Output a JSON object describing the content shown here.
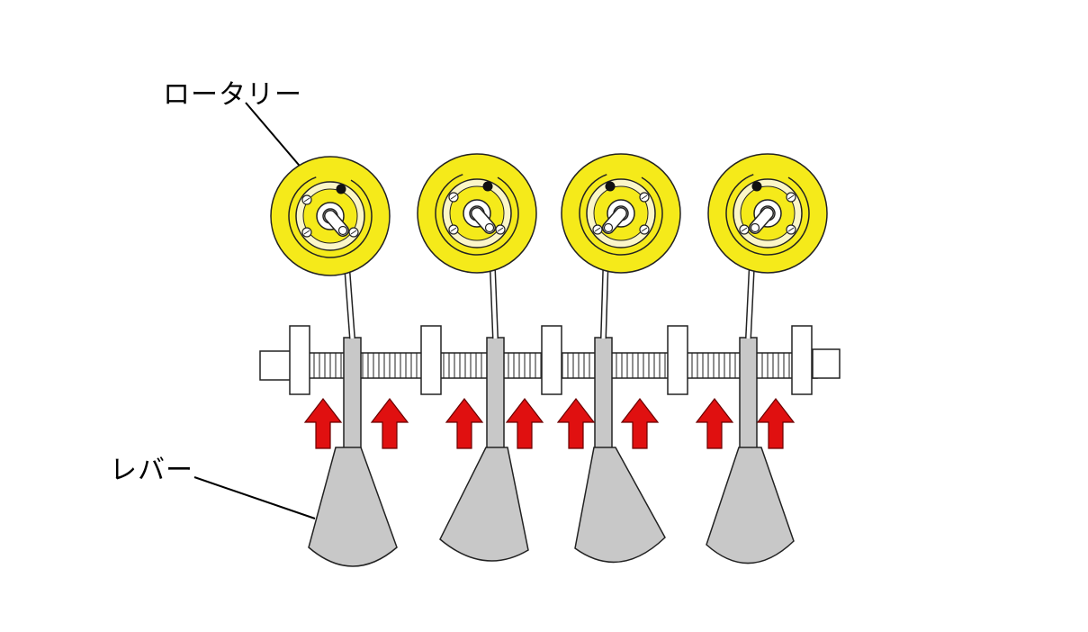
{
  "labels": {
    "rotary": "ロータリー",
    "lever": "レバー"
  },
  "colors": {
    "rotor_fill": "#f5ea1a",
    "rotor_hub": "#fbf6c8",
    "lever_fill": "#c8c8c8",
    "arrow_fill": "#e01010",
    "outline": "#222222",
    "screw": "#111111"
  },
  "icons": {
    "push_arrow": "up-arrow-icon",
    "screw": "screw-icon"
  },
  "valve_count": 4
}
